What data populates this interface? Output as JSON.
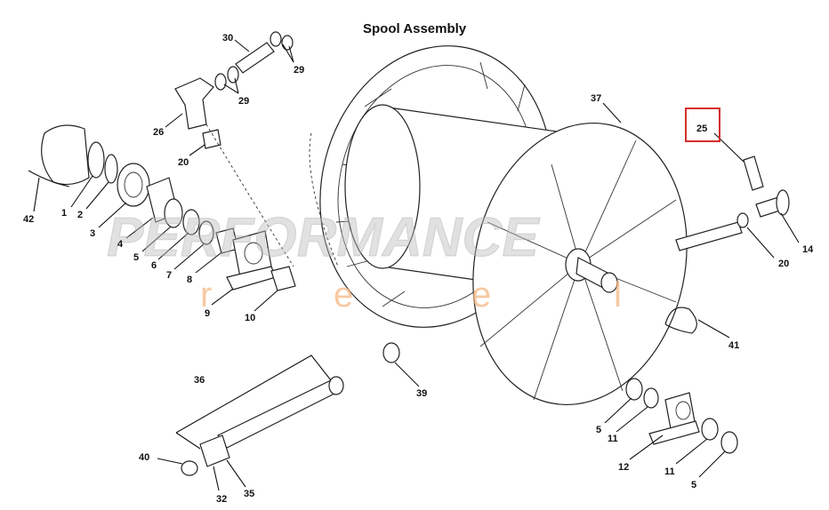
{
  "title": "Spool Assembly",
  "watermark": {
    "brand": "PERFORMANCE",
    "sub_letters": [
      "r",
      "e",
      "e",
      "l"
    ]
  },
  "highlight_color": "#d62c2c",
  "callouts": [
    {
      "id": "30",
      "text": "30"
    },
    {
      "id": "29a",
      "text": "29"
    },
    {
      "id": "29b",
      "text": "29"
    },
    {
      "id": "26",
      "text": "26"
    },
    {
      "id": "20a",
      "text": "20"
    },
    {
      "id": "42",
      "text": "42"
    },
    {
      "id": "1",
      "text": "1"
    },
    {
      "id": "2",
      "text": "2"
    },
    {
      "id": "3",
      "text": "3"
    },
    {
      "id": "4",
      "text": "4"
    },
    {
      "id": "5a",
      "text": "5"
    },
    {
      "id": "6",
      "text": "6"
    },
    {
      "id": "7",
      "text": "7"
    },
    {
      "id": "8",
      "text": "8"
    },
    {
      "id": "9",
      "text": "9"
    },
    {
      "id": "10",
      "text": "10"
    },
    {
      "id": "37",
      "text": "37"
    },
    {
      "id": "25",
      "text": "25"
    },
    {
      "id": "14",
      "text": "14"
    },
    {
      "id": "20b",
      "text": "20"
    },
    {
      "id": "41",
      "text": "41"
    },
    {
      "id": "36",
      "text": "36"
    },
    {
      "id": "39",
      "text": "39"
    },
    {
      "id": "40",
      "text": "40"
    },
    {
      "id": "32",
      "text": "32"
    },
    {
      "id": "35",
      "text": "35"
    },
    {
      "id": "5b",
      "text": "5"
    },
    {
      "id": "11a",
      "text": "11"
    },
    {
      "id": "12",
      "text": "12"
    },
    {
      "id": "11b",
      "text": "11"
    },
    {
      "id": "5c",
      "text": "5"
    }
  ]
}
